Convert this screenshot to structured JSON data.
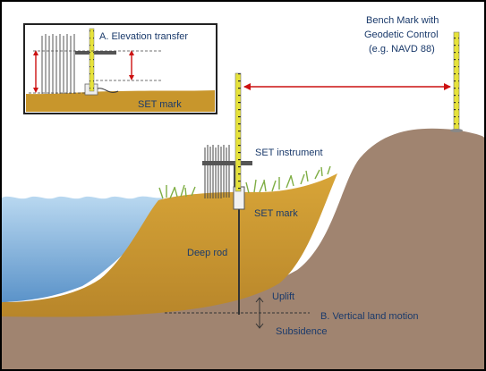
{
  "labels": {
    "elevation_transfer": "A. Elevation transfer",
    "set_mark_inset": "SET mark",
    "bench_mark_line1": "Bench Mark with",
    "bench_mark_line2": "Geodetic Control",
    "bench_mark_line3": "(e.g. NAVD 88)",
    "set_instrument": "SET instrument",
    "set_mark": "SET mark",
    "deep_rod": "Deep rod",
    "uplift": "Uplift",
    "vertical_land_motion": "B. Vertical land motion",
    "subsidence": "Subsidence"
  },
  "colors": {
    "water": "#a8cdea",
    "sediment": "#c8962c",
    "land": "#a08470",
    "grass": "#86b04a",
    "annotation_red": "#cc1111",
    "label_blue": "#1a3a6b"
  }
}
